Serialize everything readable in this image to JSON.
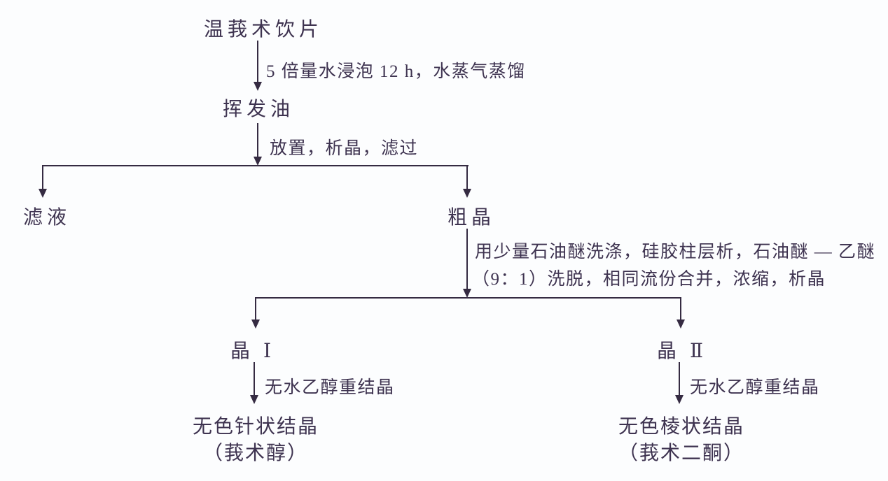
{
  "flowchart": {
    "nodes": {
      "root": "温莪术饮片",
      "volatile_oil": "挥发油",
      "filtrate": "滤液",
      "crude_crystals": "粗晶",
      "crystal_I": "晶 Ⅰ",
      "crystal_II": "晶 Ⅱ",
      "product_I_line1": "无色针状结晶",
      "product_I_line2": "（莪术醇）",
      "product_II_line1": "无色棱状结晶",
      "product_II_line2": "（莪术二酮）"
    },
    "steps": {
      "soak_distill": "5 倍量水浸泡 12 h，水蒸气蒸馏",
      "stand_crystallize_filter": "放置，析晶，滤过",
      "column_chromatography_line1": "用少量石油醚洗涤，硅胶柱层析，石油醚 — 乙醚",
      "column_chromatography_line2": "（9：1）洗脱，相同流份合并，浓缩，析晶",
      "recrystallize_I": "无水乙醇重结晶",
      "recrystallize_II": "无水乙醇重结晶"
    },
    "colors": {
      "text": "#3e3350",
      "line": "#352b42",
      "background": "#fcfdfe"
    }
  }
}
